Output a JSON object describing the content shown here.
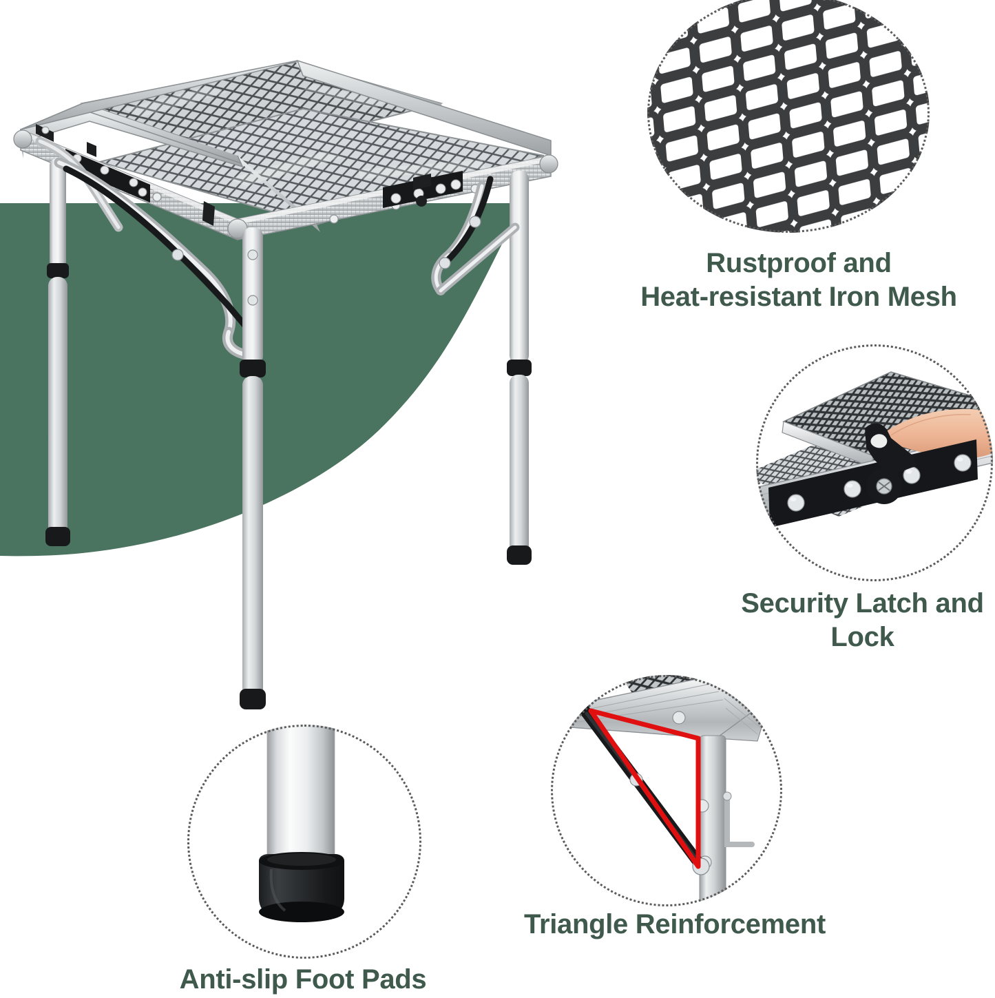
{
  "page": {
    "type": "product-feature-infographic",
    "product": "Folding Mesh-Top Camping Table",
    "background_color": "#ffffff",
    "accent_green": "#4a7460",
    "caption_color": "#3f5a4c",
    "highlight_red": "#e01010",
    "metal_color": "#c9ccce",
    "black_color": "#1d1d1d"
  },
  "hero": {
    "name": "main-product-photo",
    "alt": "Aluminum folding table with two-panel expanded iron mesh top, folding tubular legs with black foot caps, latches and diagonal braces",
    "backdrop_shape": "green-curved-blob"
  },
  "features": [
    {
      "id": "mesh",
      "icon": "mesh-closeup-icon",
      "caption": "Rustproof and\nHeat-resistant Iron Mesh",
      "detail": "close-up of black diamond expanded iron mesh lattice"
    },
    {
      "id": "latch",
      "icon": "latch-closeup-icon",
      "caption": "Security Latch and Lock",
      "detail": "finger pressing a black security latch riveted to the aluminum table edge with four silver rivets"
    },
    {
      "id": "triangle",
      "icon": "triangle-brace-icon",
      "caption": "Triangle Reinforcement",
      "detail": "red triangle highlight over the diagonal brace, leg tube and table apron"
    },
    {
      "id": "foot",
      "icon": "foot-pad-icon",
      "caption": "Anti-slip Foot Pads",
      "detail": "silver tube leg ending in a black rubber anti-slip foot cap"
    }
  ]
}
